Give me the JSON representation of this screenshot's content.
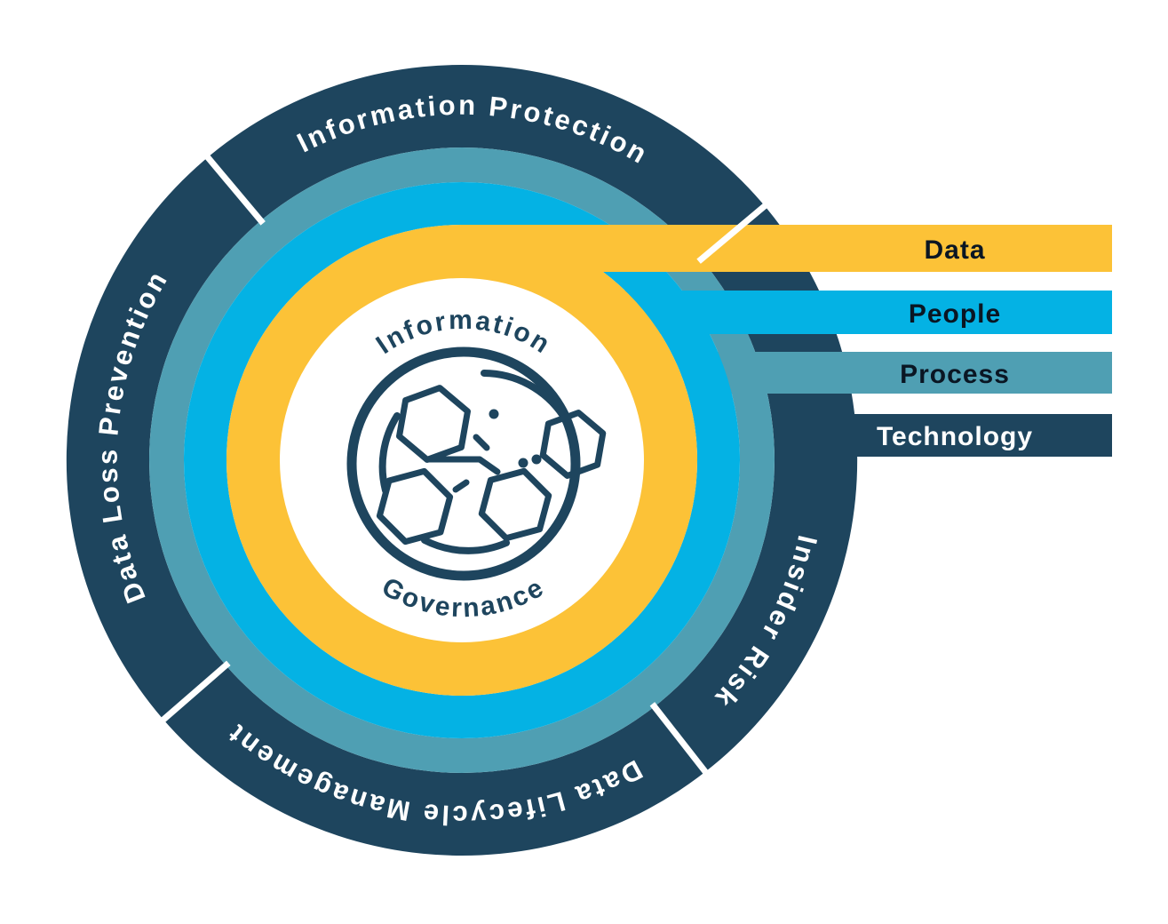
{
  "diagram_title": "Information Governance",
  "colors": {
    "navy": "#1E455E",
    "teal": "#4F9FB3",
    "cyan": "#04B2E4",
    "yellow": "#FCC237",
    "white": "#FFFFFF",
    "dark_text": "#0A1623"
  },
  "ring_segments": [
    {
      "label": "Information Protection"
    },
    {
      "label": "Insider Risk"
    },
    {
      "label": "Data Lifecycle Management"
    },
    {
      "label": "Data Loss Prevention"
    }
  ],
  "bars": [
    {
      "label": "Data"
    },
    {
      "label": "People"
    },
    {
      "label": "Process"
    },
    {
      "label": "Technology"
    }
  ],
  "center": {
    "top": "Information",
    "bottom": "Governance"
  },
  "icon": {
    "name": "hexagon-network-icon"
  }
}
